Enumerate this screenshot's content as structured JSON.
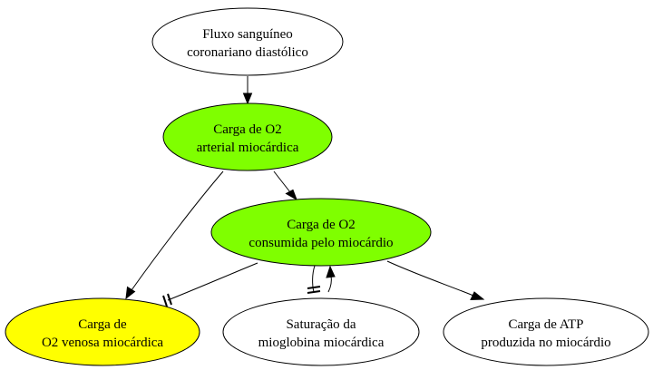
{
  "nodes": {
    "fluxo": {
      "line1": "Fluxo sanguíneo",
      "line2": "coronariano diastólico",
      "fill": "#ffffff"
    },
    "arterial": {
      "line1": "Carga de O2",
      "line2": "arterial miocárdica",
      "fill": "#7fff00"
    },
    "consumida": {
      "line1": "Carga de O2",
      "line2": "consumida pelo miocárdio",
      "fill": "#7fff00"
    },
    "venosa": {
      "line1": "Carga de",
      "line2": "O2 venosa miocárdica",
      "fill": "#ffff00"
    },
    "saturacao": {
      "line1": "Saturação da",
      "line2": "mioglobina miocárdica",
      "fill": "#ffffff"
    },
    "atp": {
      "line1": "Carga de ATP",
      "line2": "produzida no miocárdio",
      "fill": "#ffffff"
    }
  },
  "edges": [
    {
      "from": "fluxo",
      "to": "arterial",
      "type": "activation"
    },
    {
      "from": "arterial",
      "to": "consumida",
      "type": "activation"
    },
    {
      "from": "arterial",
      "to": "venosa",
      "type": "activation"
    },
    {
      "from": "consumida",
      "to": "venosa",
      "type": "inhibition"
    },
    {
      "from": "consumida",
      "to": "saturacao",
      "type": "inhibition"
    },
    {
      "from": "saturacao",
      "to": "consumida",
      "type": "activation"
    },
    {
      "from": "consumida",
      "to": "atp",
      "type": "activation"
    }
  ]
}
